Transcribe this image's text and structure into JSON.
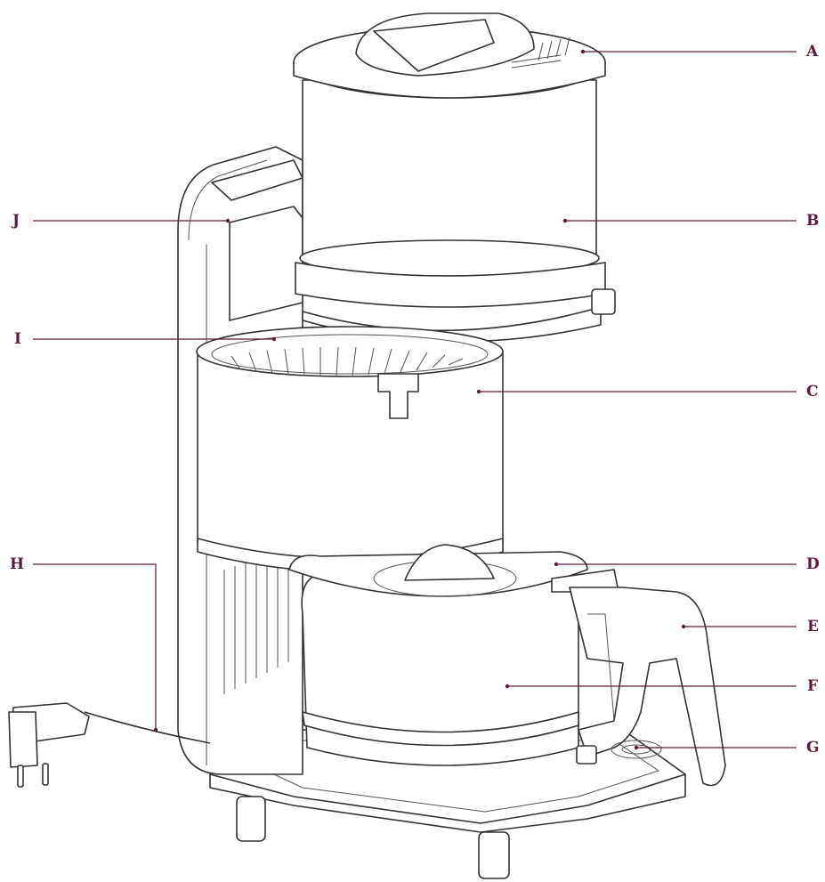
{
  "labels": {
    "A": "A",
    "B": "B",
    "C": "C",
    "D": "D",
    "E": "E",
    "F": "F",
    "G": "G",
    "H": "H",
    "I": "I",
    "J": "J"
  },
  "colors": {
    "label_color": "#5c1a3e",
    "outline": "#333333",
    "background": "#ffffff"
  }
}
